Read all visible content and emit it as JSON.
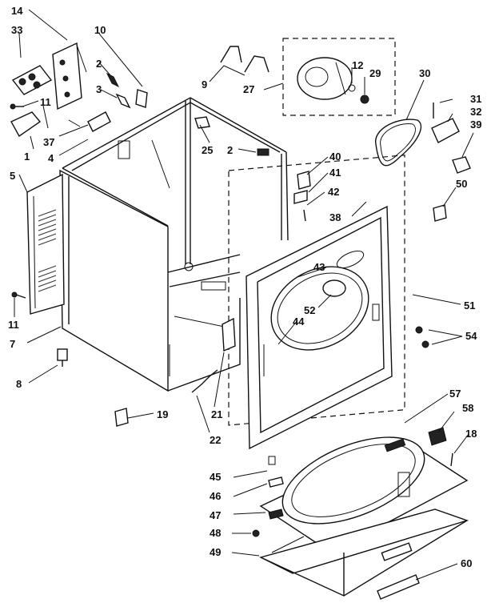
{
  "labels": [
    {
      "id": "14",
      "text": "14"
    },
    {
      "id": "33",
      "text": "33"
    },
    {
      "id": "10",
      "text": "10"
    },
    {
      "id": "2a",
      "text": "2"
    },
    {
      "id": "3",
      "text": "3"
    },
    {
      "id": "11a",
      "text": "11"
    },
    {
      "id": "37",
      "text": "37"
    },
    {
      "id": "1",
      "text": "1"
    },
    {
      "id": "4",
      "text": "4"
    },
    {
      "id": "5",
      "text": "5"
    },
    {
      "id": "9",
      "text": "9"
    },
    {
      "id": "27",
      "text": "27"
    },
    {
      "id": "12",
      "text": "12"
    },
    {
      "id": "29",
      "text": "29"
    },
    {
      "id": "30",
      "text": "30"
    },
    {
      "id": "31",
      "text": "31"
    },
    {
      "id": "32",
      "text": "32"
    },
    {
      "id": "39",
      "text": "39"
    },
    {
      "id": "25",
      "text": "25"
    },
    {
      "id": "2b",
      "text": "2"
    },
    {
      "id": "40",
      "text": "40"
    },
    {
      "id": "41",
      "text": "41"
    },
    {
      "id": "42",
      "text": "42"
    },
    {
      "id": "38",
      "text": "38"
    },
    {
      "id": "50",
      "text": "50"
    },
    {
      "id": "43",
      "text": "43"
    },
    {
      "id": "52",
      "text": "52"
    },
    {
      "id": "44",
      "text": "44"
    },
    {
      "id": "51",
      "text": "51"
    },
    {
      "id": "54",
      "text": "54"
    },
    {
      "id": "11b",
      "text": "11"
    },
    {
      "id": "7",
      "text": "7"
    },
    {
      "id": "8",
      "text": "8"
    },
    {
      "id": "19",
      "text": "19"
    },
    {
      "id": "21",
      "text": "21"
    },
    {
      "id": "22",
      "text": "22"
    },
    {
      "id": "57",
      "text": "57"
    },
    {
      "id": "58",
      "text": "58"
    },
    {
      "id": "18",
      "text": "18"
    },
    {
      "id": "45",
      "text": "45"
    },
    {
      "id": "46",
      "text": "46"
    },
    {
      "id": "47",
      "text": "47"
    },
    {
      "id": "48",
      "text": "48"
    },
    {
      "id": "49",
      "text": "49"
    },
    {
      "id": "60",
      "text": "60"
    }
  ]
}
